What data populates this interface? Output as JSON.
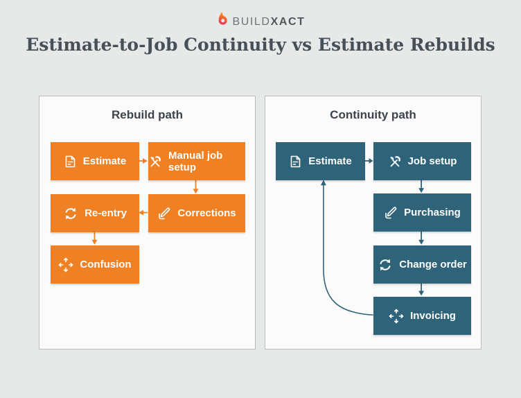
{
  "logo": {
    "prefix": "BUILD",
    "suffix": "XACT"
  },
  "title": "Estimate-to-Job Continuity vs Estimate Rebuilds",
  "colors": {
    "rebuild_accent": "#ef8023",
    "continuity_accent": "#2e6379",
    "page_background": "#e7e9e8",
    "panel_background": "#fbfbfb",
    "title_text": "#474f58",
    "heading_text": "#3d434b",
    "node_text": "#ffffff"
  },
  "panels": [
    {
      "id": "rebuild",
      "heading": "Rebuild path",
      "accent": "#ef8023",
      "nodes": [
        {
          "label": "Estimate",
          "icon": "document-icon"
        },
        {
          "label": "Manual job setup",
          "icon": "tools-icon"
        },
        {
          "label": "Corrections",
          "icon": "edit-icon"
        },
        {
          "label": "Re-entry",
          "icon": "refresh-icon"
        },
        {
          "label": "Confusion",
          "icon": "move-icon"
        }
      ],
      "edges": [
        "Estimate -> Manual job setup",
        "Manual job setup -> Corrections",
        "Corrections -> Re-entry",
        "Re-entry -> Confusion"
      ]
    },
    {
      "id": "continuity",
      "heading": "Continuity path",
      "accent": "#2e6379",
      "nodes": [
        {
          "label": "Estimate",
          "icon": "document-icon"
        },
        {
          "label": "Job setup",
          "icon": "tools-icon"
        },
        {
          "label": "Purchasing",
          "icon": "edit-icon"
        },
        {
          "label": "Change order",
          "icon": "refresh-icon"
        },
        {
          "label": "Invoicing",
          "icon": "move-icon"
        }
      ],
      "edges": [
        "Estimate -> Job setup",
        "Job setup -> Purchasing",
        "Purchasing -> Change order",
        "Change order -> Invoicing",
        "Invoicing -> Estimate (loop back)"
      ]
    }
  ]
}
